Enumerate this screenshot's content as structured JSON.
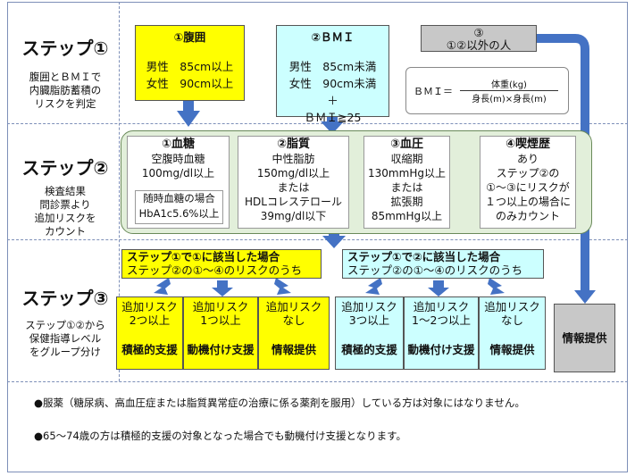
{
  "steps": [
    {
      "title": "ステップ①",
      "desc": [
        "腹囲とＢＭＩで",
        "内臓脂肪蓄積の",
        "リスクを判定"
      ]
    },
    {
      "title": "ステップ②",
      "desc": [
        "検査結果",
        "問診票より",
        "追加リスクを",
        "カウント"
      ]
    },
    {
      "title": "ステップ③",
      "desc": [
        "ステップ①②から",
        "保健指導レベル",
        "をグループ分け"
      ]
    }
  ],
  "step1": {
    "box1": {
      "title": "①腹囲",
      "lines": [
        "男性　85cm以上",
        "女性　90cm以上"
      ]
    },
    "box2": {
      "title": "②ＢＭＩ",
      "lines": [
        "男性　85cm未満",
        "女性　90cm未満",
        "＋",
        "ＢＭＩ≧25"
      ]
    },
    "box3": {
      "title": "③",
      "lines": [
        "①②以外の人"
      ]
    },
    "bmi_formula": {
      "lhs": "ＢＭＩ＝",
      "numerator": "体重(kg)",
      "denominator": "身長(m)×身長(m)"
    }
  },
  "step2": {
    "risks": [
      {
        "title": "①血糖",
        "lines": [
          "空腹時血糖",
          "100mg/dl以上"
        ],
        "sub": [
          "随時血糖の場合",
          "HbA1c5.6%以上"
        ]
      },
      {
        "title": "②脂質",
        "lines": [
          "中性脂肪",
          "150mg/dl以上",
          "または",
          "HDLコレステロール",
          "39mg/dl以下"
        ]
      },
      {
        "title": "③血圧",
        "lines": [
          "収縮期",
          "130mmHg以上",
          "または",
          "拡張期",
          "85mmHg以上"
        ]
      },
      {
        "title": "④喫煙歴",
        "lines": [
          "あり",
          "ステップ②の",
          "①〜③にリスクが",
          "１つ以上の場合に",
          "のみカウント"
        ]
      }
    ]
  },
  "step3": {
    "group1": {
      "header": [
        "ステップ①で①に該当した場合",
        "ステップ②の①〜④のリスクのうち"
      ],
      "cells": [
        {
          "risk": [
            "追加リスク",
            "2つ以上"
          ],
          "level": "積極的支援"
        },
        {
          "risk": [
            "追加リスク",
            "1つ以上"
          ],
          "level": "動機付け支援"
        },
        {
          "risk": [
            "追加リスク",
            "なし"
          ],
          "level": "情報提供"
        }
      ]
    },
    "group2": {
      "header": [
        "ステップ①で②に該当した場合",
        "ステップ②の①〜④のリスクのうち"
      ],
      "cells": [
        {
          "risk": [
            "追加リスク",
            "3つ以上"
          ],
          "level": "積極的支援"
        },
        {
          "risk": [
            "追加リスク",
            "1〜2つ以上"
          ],
          "level": "動機付け支援"
        },
        {
          "risk": [
            "追加リスク",
            "なし"
          ],
          "level": "情報提供"
        }
      ]
    },
    "info": "情報提供"
  },
  "notes": [
    "●服薬（糖尿病、高血圧症または脂質異常症の治療に係る薬剤を服用）している方は対象にはなりません。",
    "●65〜74歳の方は積極的支援の対象となった場合でも動機付け支援となります。"
  ],
  "colors": {
    "yellow": "#ffff00",
    "cyan": "#ccffff",
    "green": "#e2efda",
    "arrow": "#4472c4",
    "grey": "#c8c8c8"
  }
}
